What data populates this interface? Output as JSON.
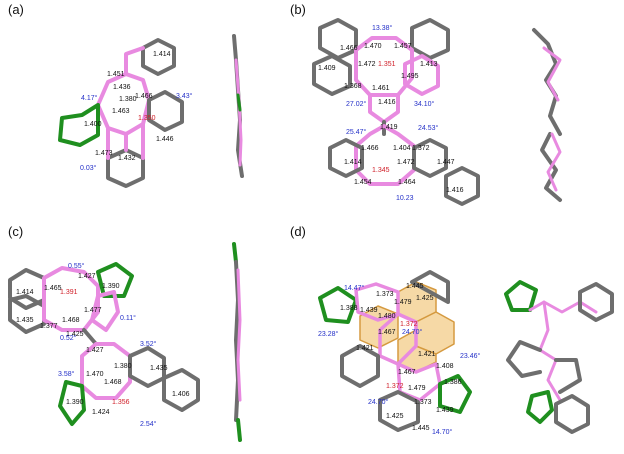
{
  "colors": {
    "gray": "#6e6e6e",
    "pink": "#e88ae0",
    "green": "#1f8f1f",
    "orange_fill": "#f6d9a6",
    "orange_stroke": "#d59a40",
    "black_label": "#111111",
    "red_label": "#d0202a",
    "blue_label": "#2430c8"
  },
  "panels": {
    "a": {
      "label": "(a)",
      "bonds": [
        "1.451",
        "1.436",
        "1.380",
        "1.400",
        "1.463",
        "1.466",
        "1.350",
        "1.446",
        "1.473",
        "1.432",
        "1.414"
      ],
      "red_bonds": [
        "1.350"
      ],
      "angles": [
        "4.17°",
        "3.43°",
        "0.03°"
      ]
    },
    "b": {
      "label": "(b)",
      "bonds": [
        "1.466",
        "1.470",
        "1.457",
        "1.409",
        "1.472",
        "1.351",
        "1.495",
        "1.413",
        "1.368",
        "1.461",
        "1.416",
        "1.419",
        "1.404",
        "1.372",
        "1.466",
        "1.472",
        "1.414",
        "1.345",
        "1.447",
        "1.454",
        "1.464",
        "1.416"
      ],
      "red_bonds": [
        "1.351",
        "1.345"
      ],
      "angles": [
        "13.38°",
        "27.02°",
        "34.10°",
        "25.47°",
        "24.53°",
        "10.23"
      ]
    },
    "c": {
      "label": "(c)",
      "bonds": [
        "1.427",
        "1.465",
        "1.414",
        "1.391",
        "1.390",
        "1.435",
        "1.377",
        "1.468",
        "1.477",
        "1.425",
        "1.427",
        "1.380",
        "1.435",
        "1.470",
        "1.468",
        "1.390",
        "1.356",
        "1.406",
        "1.424"
      ],
      "red_bonds": [
        "1.391",
        "1.356"
      ],
      "angles": [
        "0.55°",
        "0.52°",
        "0.11°",
        "3.52°",
        "3.58°",
        "2.54°"
      ]
    },
    "d": {
      "label": "(d)",
      "bonds": [
        "1.445",
        "1.373",
        "1.388",
        "1.439",
        "1.479",
        "1.425",
        "1.480",
        "1.372",
        "1.467",
        "1.421",
        "1.408",
        "1.421",
        "1.467",
        "1.372",
        "1.479",
        "1.386",
        "1.439",
        "1.373",
        "1.425",
        "1.445"
      ],
      "red_bonds": [
        "1.372",
        "1.372"
      ],
      "angles": [
        "14.47°",
        "24.70°",
        "23.28°",
        "24.70°",
        "23.46°",
        "14.70°"
      ]
    }
  }
}
